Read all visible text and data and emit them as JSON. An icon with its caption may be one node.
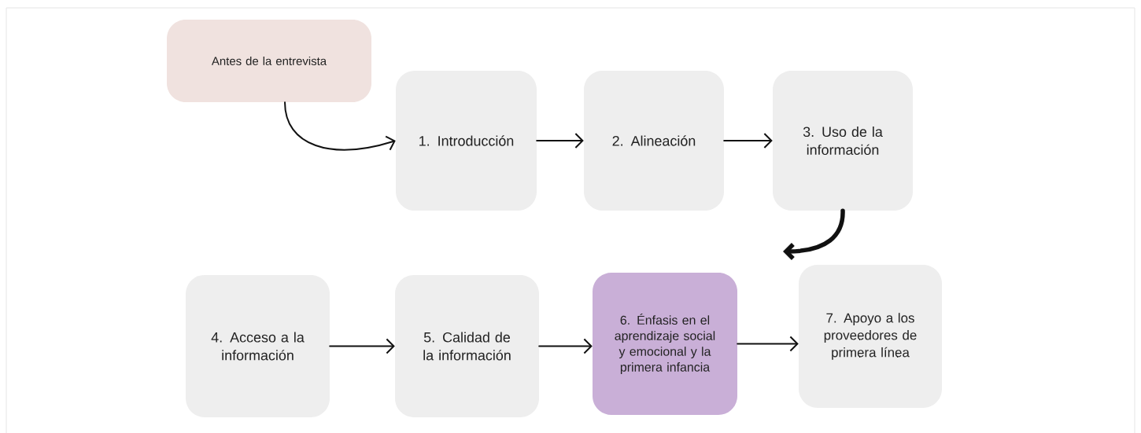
{
  "diagram": {
    "nodes": [
      {
        "text": [
          "Antes de la entrevista"
        ]
      },
      {
        "text": [
          "1.   Introducción"
        ]
      },
      {
        "text": [
          "2. Alineación"
        ]
      },
      {
        "text": [
          "3. Uso de la información"
        ]
      },
      {
        "text": [
          "4. Acceso a la información"
        ]
      },
      {
        "text": [
          "5. Calidad de la información"
        ]
      },
      {
        "text": [
          "6. Énfasis en el aprendizaje social y emocional y la primera infancia"
        ]
      },
      {
        "text": [
          "7. Apoyo a los proveedores de primera línea"
        ]
      }
    ],
    "edges": [
      {
        "from": 0,
        "to": 1,
        "arrow": "to"
      },
      {
        "from": 1,
        "to": 2,
        "arrow": "to"
      },
      {
        "from": 2,
        "to": 3,
        "arrow": "to"
      },
      {
        "from": 3,
        "to": null,
        "arrow": "to",
        "style": "thick"
      },
      {
        "from": 4,
        "to": 5,
        "arrow": "to"
      },
      {
        "from": 5,
        "to": 6,
        "arrow": "to"
      },
      {
        "from": 6,
        "to": 7,
        "arrow": "to"
      }
    ]
  }
}
